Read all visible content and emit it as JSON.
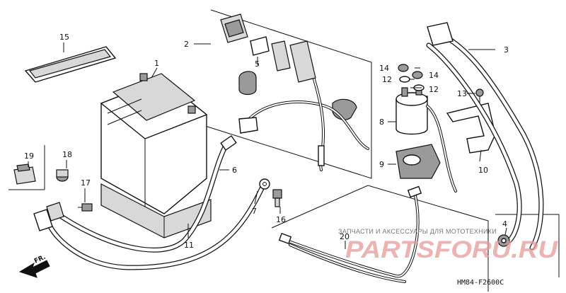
{
  "diagram": {
    "callouts": [
      {
        "id": "1",
        "label": "1"
      },
      {
        "id": "2",
        "label": "2"
      },
      {
        "id": "3",
        "label": "3"
      },
      {
        "id": "4",
        "label": "4"
      },
      {
        "id": "5",
        "label": "5"
      },
      {
        "id": "6",
        "label": "6"
      },
      {
        "id": "7",
        "label": "7"
      },
      {
        "id": "8",
        "label": "8"
      },
      {
        "id": "9",
        "label": "9"
      },
      {
        "id": "10",
        "label": "10"
      },
      {
        "id": "11",
        "label": "11"
      },
      {
        "id": "12a",
        "label": "12"
      },
      {
        "id": "12b",
        "label": "12"
      },
      {
        "id": "13",
        "label": "13"
      },
      {
        "id": "14a",
        "label": "14"
      },
      {
        "id": "14b",
        "label": "14"
      },
      {
        "id": "15",
        "label": "15"
      },
      {
        "id": "16",
        "label": "16"
      },
      {
        "id": "17",
        "label": "17"
      },
      {
        "id": "18",
        "label": "18"
      },
      {
        "id": "19",
        "label": "19"
      },
      {
        "id": "20",
        "label": "20"
      }
    ],
    "direction_label": "FR.",
    "reference_code": "HM84-F2600C",
    "watermark_caption": "ЗАПЧАСТИ И АКСЕССУАРЫ ДЛЯ МОТОТЕХНИКИ",
    "watermark_logo": "PARTSFORU.RU"
  }
}
